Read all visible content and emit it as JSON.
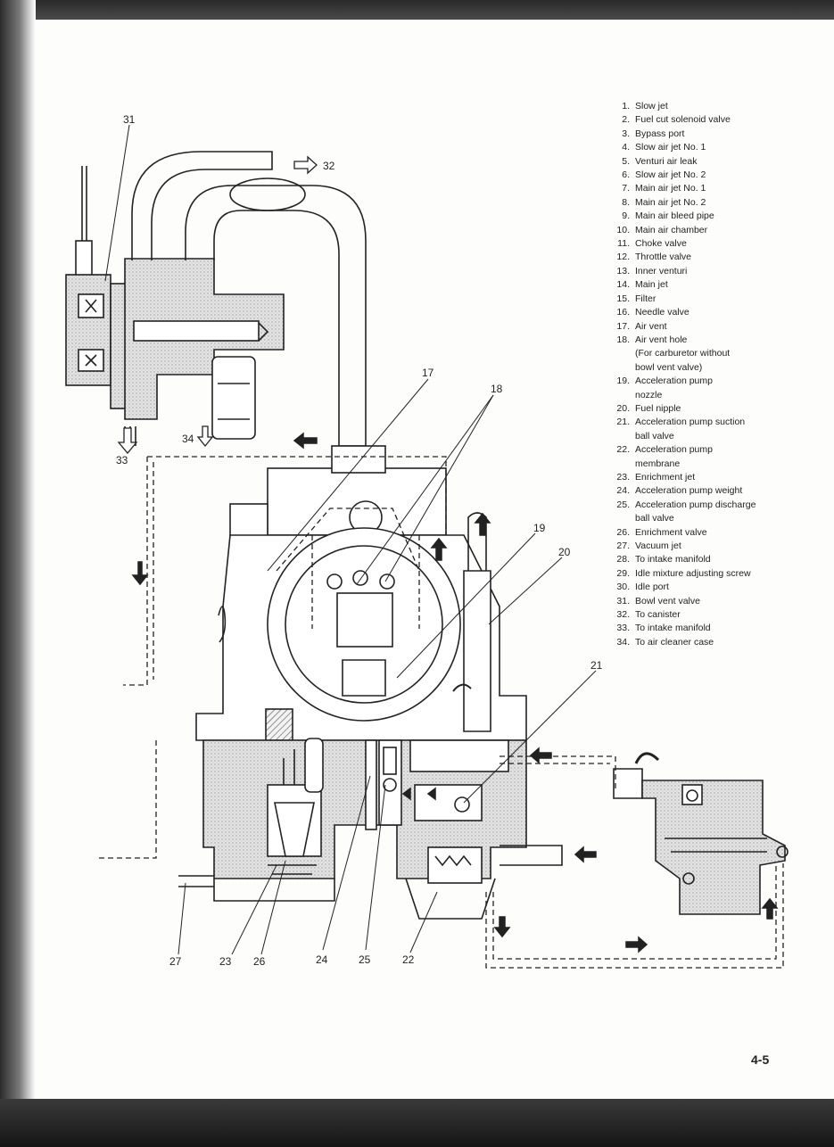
{
  "legend": [
    {
      "num": "1.",
      "text": "Slow jet"
    },
    {
      "num": "2.",
      "text": "Fuel cut solenoid valve"
    },
    {
      "num": "3.",
      "text": "Bypass port"
    },
    {
      "num": "4.",
      "text": "Slow air jet No. 1"
    },
    {
      "num": "5.",
      "text": "Venturi air leak"
    },
    {
      "num": "6.",
      "text": "Slow air jet No. 2"
    },
    {
      "num": "7.",
      "text": "Main air jet No. 1"
    },
    {
      "num": "8.",
      "text": "Main air jet No. 2"
    },
    {
      "num": "9.",
      "text": "Main air bleed pipe"
    },
    {
      "num": "10.",
      "text": "Main air chamber"
    },
    {
      "num": "11.",
      "text": "Choke valve"
    },
    {
      "num": "12.",
      "text": "Throttle valve"
    },
    {
      "num": "13.",
      "text": "Inner venturi"
    },
    {
      "num": "14.",
      "text": "Main jet"
    },
    {
      "num": "15.",
      "text": "Filter"
    },
    {
      "num": "16.",
      "text": "Needle valve"
    },
    {
      "num": "17.",
      "text": "Air vent"
    },
    {
      "num": "18.",
      "text": "Air vent hole"
    },
    {
      "num": "",
      "text": "(For carburetor without"
    },
    {
      "num": "",
      "text": "bowl vent valve)"
    },
    {
      "num": "19.",
      "text": "Acceleration pump"
    },
    {
      "num": "",
      "text": "nozzle"
    },
    {
      "num": "20.",
      "text": "Fuel nipple"
    },
    {
      "num": "21.",
      "text": "Acceleration pump suction"
    },
    {
      "num": "",
      "text": "ball valve"
    },
    {
      "num": "22.",
      "text": "Acceleration pump"
    },
    {
      "num": "",
      "text": "membrane"
    },
    {
      "num": "23.",
      "text": "Enrichment jet"
    },
    {
      "num": "24.",
      "text": "Acceleration pump weight"
    },
    {
      "num": "25.",
      "text": "Acceleration pump discharge"
    },
    {
      "num": "",
      "text": "ball valve"
    },
    {
      "num": "26.",
      "text": "Enrichment valve"
    },
    {
      "num": "27.",
      "text": "Vacuum jet"
    },
    {
      "num": "28.",
      "text": "To intake manifold"
    },
    {
      "num": "29.",
      "text": "Idle mixture adjusting screw"
    },
    {
      "num": "30.",
      "text": "Idle port"
    },
    {
      "num": "31.",
      "text": "Bowl vent valve"
    },
    {
      "num": "32.",
      "text": "To canister"
    },
    {
      "num": "33.",
      "text": "To intake manifold"
    },
    {
      "num": "34.",
      "text": "To air cleaner case"
    }
  ],
  "callouts": {
    "c31": "31",
    "c32": "32",
    "c34": "34",
    "c33": "33",
    "c17": "17",
    "c18": "18",
    "c19": "19",
    "c20": "20",
    "c21": "21",
    "c27": "27",
    "c23": "23",
    "c26": "26",
    "c24": "24",
    "c25": "25",
    "c22": "22"
  },
  "page_number": "4-5",
  "colors": {
    "ink": "#222222",
    "stipple": "#d8d8d8",
    "paper": "#fdfdfb"
  }
}
